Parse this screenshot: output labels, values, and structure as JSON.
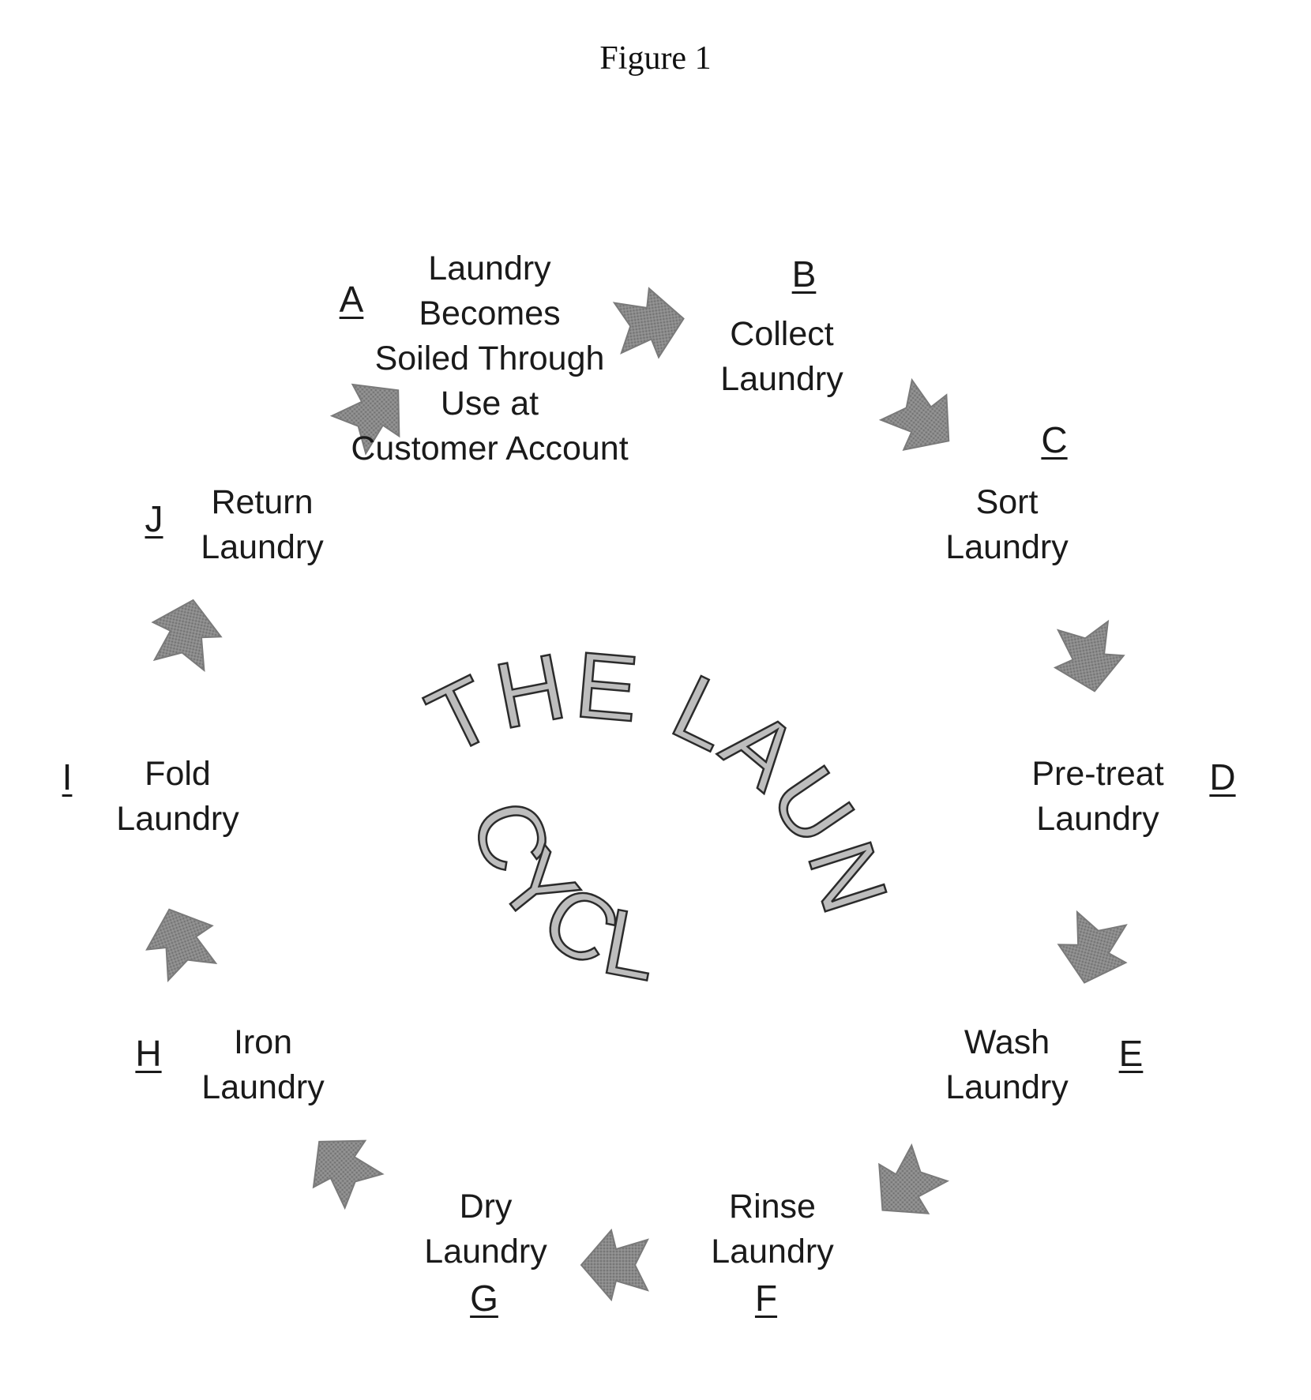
{
  "figure_title": "Figure 1",
  "center_title": {
    "line1": "THE LAUNDRY",
    "line2": "CYCLE",
    "fill": "#bdbdbd",
    "stroke": "#2b2b2b"
  },
  "arrow_color": "#7a7a7a",
  "steps": [
    {
      "letter": "A",
      "lines": [
        "Laundry",
        "Becomes",
        "Soiled Through",
        "Use at",
        "Customer Account"
      ]
    },
    {
      "letter": "B",
      "lines": [
        "Collect",
        "Laundry"
      ]
    },
    {
      "letter": "C",
      "lines": [
        "Sort",
        "Laundry"
      ]
    },
    {
      "letter": "D",
      "lines": [
        "Pre-treat",
        "Laundry"
      ]
    },
    {
      "letter": "E",
      "lines": [
        "Wash",
        "Laundry"
      ]
    },
    {
      "letter": "F",
      "lines": [
        "Rinse",
        "Laundry"
      ]
    },
    {
      "letter": "G",
      "lines": [
        "Dry",
        "Laundry"
      ]
    },
    {
      "letter": "H",
      "lines": [
        "Iron",
        "Laundry"
      ]
    },
    {
      "letter": "I",
      "lines": [
        "Fold",
        "Laundry"
      ]
    },
    {
      "letter": "J",
      "lines": [
        "Return",
        "Laundry"
      ]
    }
  ]
}
